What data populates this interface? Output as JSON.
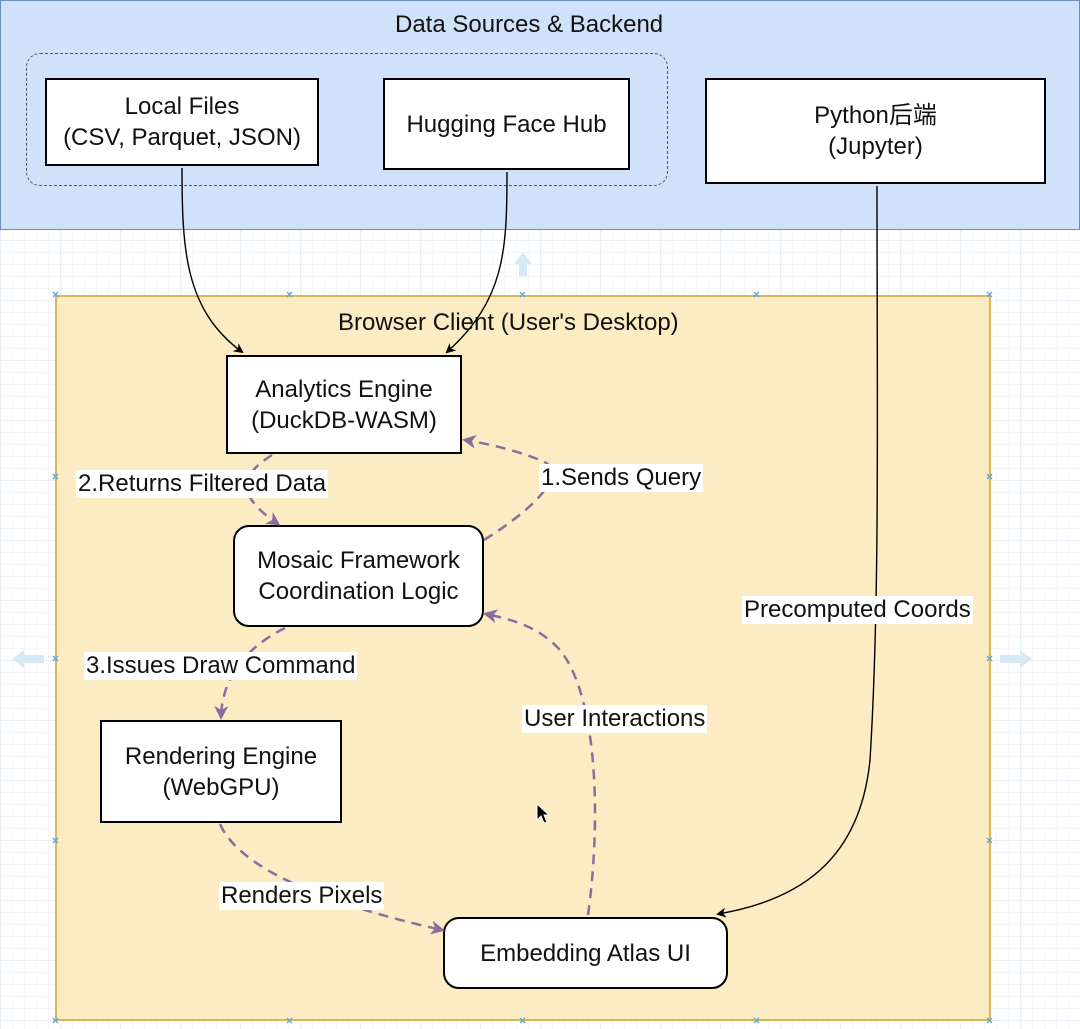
{
  "containers": {
    "backend_title": "Data Sources & Backend",
    "browser_title": "Browser Client (User's Desktop)"
  },
  "nodes": {
    "local_files": {
      "line1": "Local Files",
      "line2": "(CSV, Parquet, JSON)"
    },
    "hf_hub": {
      "line1": "Hugging Face Hub"
    },
    "python_backend": {
      "line1": "Python后端",
      "line2": "(Jupyter)"
    },
    "analytics_engine": {
      "line1": "Analytics Engine",
      "line2": "(DuckDB-WASM)"
    },
    "mosaic": {
      "line1": "Mosaic Framework",
      "line2": "Coordination Logic"
    },
    "rendering": {
      "line1": "Rendering Engine",
      "line2": "(WebGPU)"
    },
    "atlas_ui": {
      "line1": "Embedding Atlas UI"
    }
  },
  "edges": {
    "sends_query": "1.Sends Query",
    "returns_data": "2.Returns Filtered Data",
    "issues_draw": "3.Issues Draw Command",
    "renders_pixels": "Renders Pixels",
    "user_interactions": "User Interactions",
    "precomputed_coords": "Precomputed Coords"
  },
  "colors": {
    "backend_fill": "#d0e2fa",
    "backend_stroke": "#6c8ebf",
    "browser_fill": "#fcecc3",
    "browser_stroke": "#d6b656",
    "dashed_edge": "#8a6d9e",
    "solid_edge": "#000000"
  }
}
